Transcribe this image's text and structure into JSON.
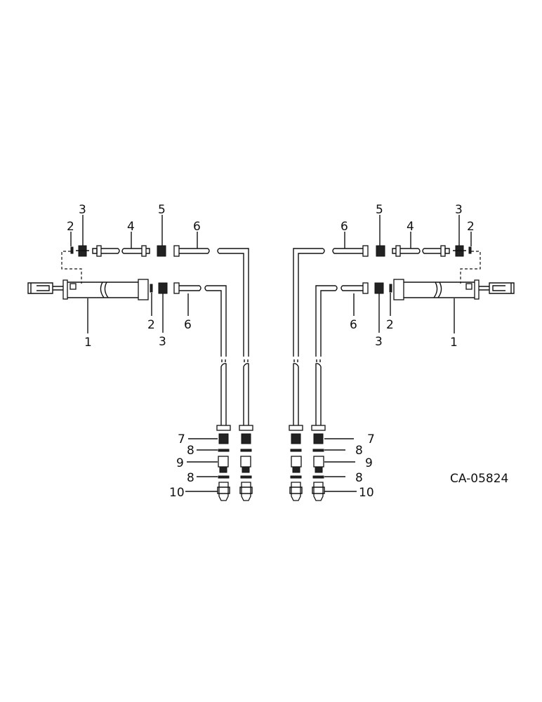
{
  "drawing_code": "CA-05824",
  "callouts": {
    "left": {
      "top_3": "3",
      "top_2": "2",
      "top_4": "4",
      "top_5": "5",
      "top_6": "6",
      "cyl_1": "1",
      "mid_2": "2",
      "mid_3": "3",
      "mid_6": "6",
      "b7": "7",
      "b8a": "8",
      "b9": "9",
      "b8b": "8",
      "b10": "10"
    },
    "right": {
      "top_6": "6",
      "top_5": "5",
      "top_4": "4",
      "top_3": "3",
      "top_2": "2",
      "mid_6": "6",
      "mid_3": "3",
      "mid_2": "2",
      "cyl_1": "1",
      "b7": "7",
      "b8a": "8",
      "b9": "9",
      "b8b": "8",
      "b10": "10"
    }
  }
}
